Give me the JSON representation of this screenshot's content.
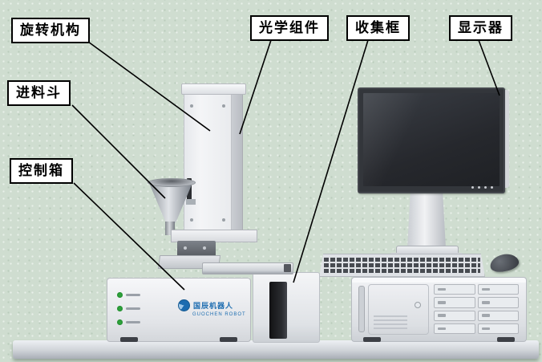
{
  "labels": [
    {
      "id": "rotation-mechanism",
      "text": "旋转机构"
    },
    {
      "id": "feed-hopper",
      "text": "进料斗"
    },
    {
      "id": "control-box",
      "text": "控制箱"
    },
    {
      "id": "optical-assembly",
      "text": "光学组件"
    },
    {
      "id": "collection-frame",
      "text": "收集框"
    },
    {
      "id": "monitor",
      "text": "显示器"
    }
  ],
  "machine": {
    "brand": {
      "cn": "国辰机器人",
      "en": "GUOCHEN ROBOT"
    }
  },
  "colors": {
    "background_green": "#cfddd0",
    "brand_blue": "#1b6cb0",
    "indicator_green": "#2fa33c",
    "screen_dark": "#2a2d33"
  }
}
